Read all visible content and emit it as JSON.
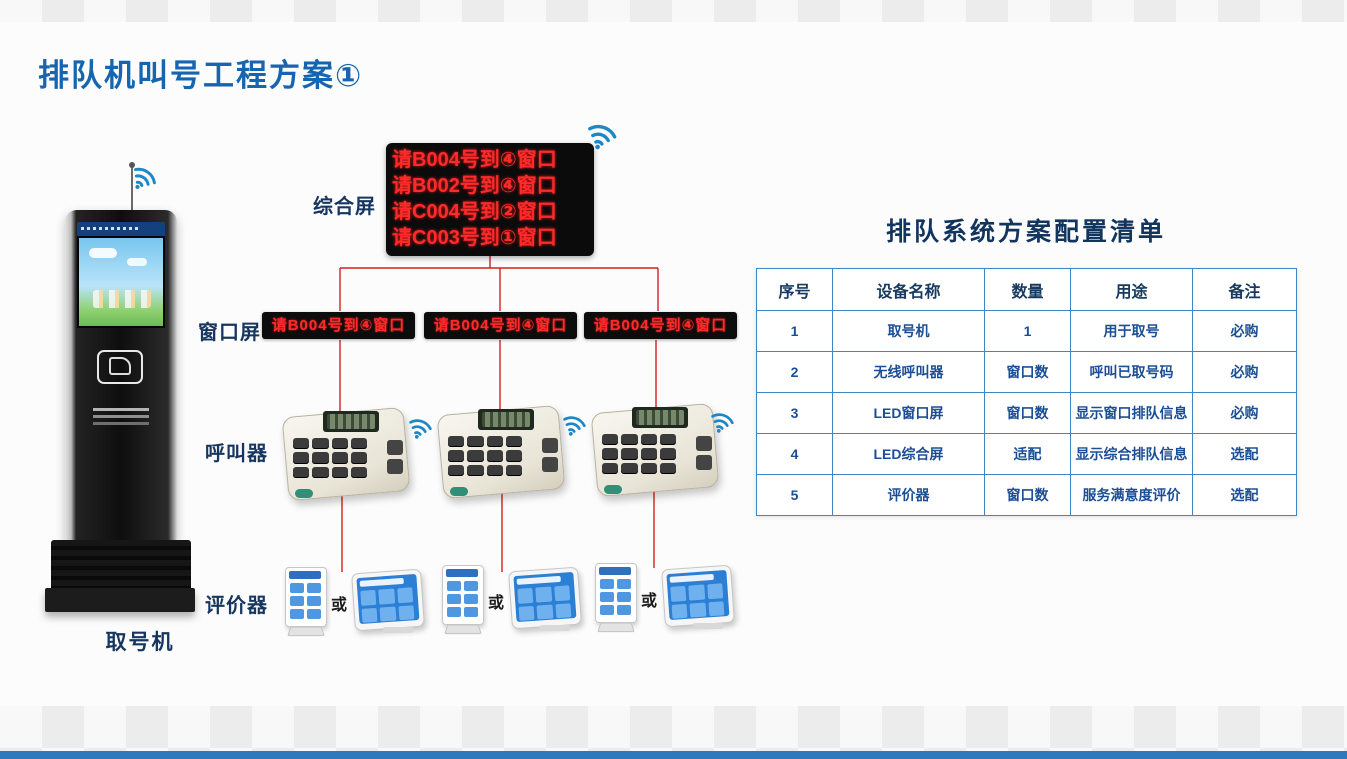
{
  "page": {
    "title": "排队机叫号工程方案①"
  },
  "labels": {
    "main_screen": "综合屏",
    "window_screen": "窗口屏",
    "caller": "呼叫器",
    "evaluator": "评价器",
    "kiosk": "取号机",
    "or": "或"
  },
  "main_screen": {
    "lines": [
      "请B004号到④窗口",
      "请B002号到④窗口",
      "请C004号到②窗口",
      "请C003号到①窗口"
    ]
  },
  "window_screens": [
    "请B004号到④窗口",
    "请B004号到④窗口",
    "请B004号到④窗口"
  ],
  "table": {
    "title": "排队系统方案配置清单",
    "headers": [
      "序号",
      "设备名称",
      "数量",
      "用途",
      "备注"
    ],
    "rows": [
      [
        "1",
        "取号机",
        "1",
        "用于取号",
        "必购"
      ],
      [
        "2",
        "无线呼叫器",
        "窗口数",
        "呼叫已取号码",
        "必购"
      ],
      [
        "3",
        "LED窗口屏",
        "窗口数",
        "显示窗口排队信息",
        "必购"
      ],
      [
        "4",
        "LED综合屏",
        "适配",
        "显示综合排队信息",
        "选配"
      ],
      [
        "5",
        "评价器",
        "窗口数",
        "服务满意度评价",
        "选配"
      ]
    ]
  },
  "colors": {
    "title_blue": "#1565b0",
    "label_navy": "#16365f",
    "table_border_blue": "#3e86c5",
    "led_red": "#ff2a2a",
    "connector_red": "#d42020",
    "wifi_blue": "#1e88c7",
    "bottom_bar_blue": "#2e78bd"
  }
}
